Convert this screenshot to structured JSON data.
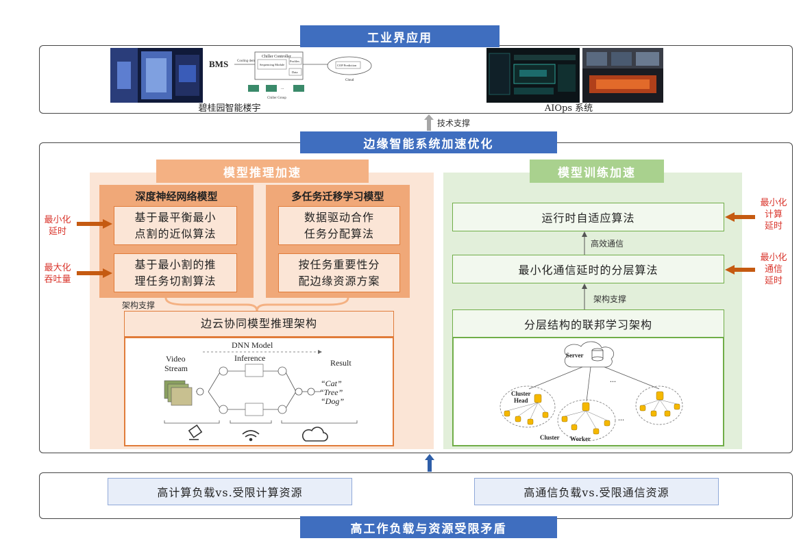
{
  "industry": {
    "title": "工业界应用",
    "bgy_caption": "碧桂园智能楼宇",
    "aiops_caption": "AIOps 系统",
    "bms": {
      "logo": "BMS",
      "cooling_demand": "Cooling demand",
      "chiller_controller": "Chiller Controller",
      "sequencing_module": "Sequencing Module",
      "profiles": "Profiles",
      "data": "Data",
      "chiller_group": "Chiller Group",
      "cop_prediction": "COP Prediction",
      "cloud": "Cloud"
    }
  },
  "tech_support": "技术支撑",
  "edge": {
    "title": "边缘智能系统加速优化",
    "inference": {
      "title": "模型推理加速",
      "dnn_title": "深度神经网络模型",
      "mtl_title": "多任务迁移学习模型",
      "box1": [
        "基于最平衡最小",
        "点割的近似算法"
      ],
      "box2": [
        "基于最小割的推",
        "理任务切割算法"
      ],
      "box3": [
        "数据驱动合作",
        "任务分配算法"
      ],
      "box4": [
        "按任务重要性分",
        "配边缘资源方案"
      ],
      "arch_support": "架构支撑",
      "framework": "边云协同模型推理架构",
      "left_labels": [
        [
          "最小化",
          "延时"
        ],
        [
          "最大化",
          "吞吐量"
        ]
      ],
      "figure": {
        "dnn_model": "DNN Model",
        "inference": "Inference",
        "video_stream": [
          "Video",
          "Stream"
        ],
        "result": "Result",
        "outputs": [
          "“Cat”",
          "“Tree”",
          "“Dog”"
        ]
      }
    },
    "training": {
      "title": "模型训练加速",
      "box1": "运行时自适应算法",
      "efficient_comm": "高效通信",
      "box2": "最小化通信延时的分层算法",
      "arch_support": "架构支撑",
      "framework": "分层结构的联邦学习架构",
      "right_labels": [
        [
          "最小化",
          "计算",
          "延时"
        ],
        [
          "最小化",
          "通信",
          "延时"
        ]
      ],
      "figure": {
        "server": "Server",
        "cluster_head": [
          "Cluster",
          "Head"
        ],
        "cluster": "Cluster",
        "worker": "Worker",
        "dots": "..."
      }
    }
  },
  "bottom": {
    "left_box": "高计算负载vs.受限计算资源",
    "right_box": "高通信负载vs.受限通信资源",
    "title": "高工作负载与资源受限矛盾"
  },
  "colors": {
    "title_blue": "#3f6ebf",
    "orange_zone": "#fbe5d6",
    "orange_head": "#f4b183",
    "orange_arrow": "#c55a11",
    "green_zone": "#e2efda",
    "green_head": "#a9d18e",
    "red_text": "#d9342b"
  }
}
